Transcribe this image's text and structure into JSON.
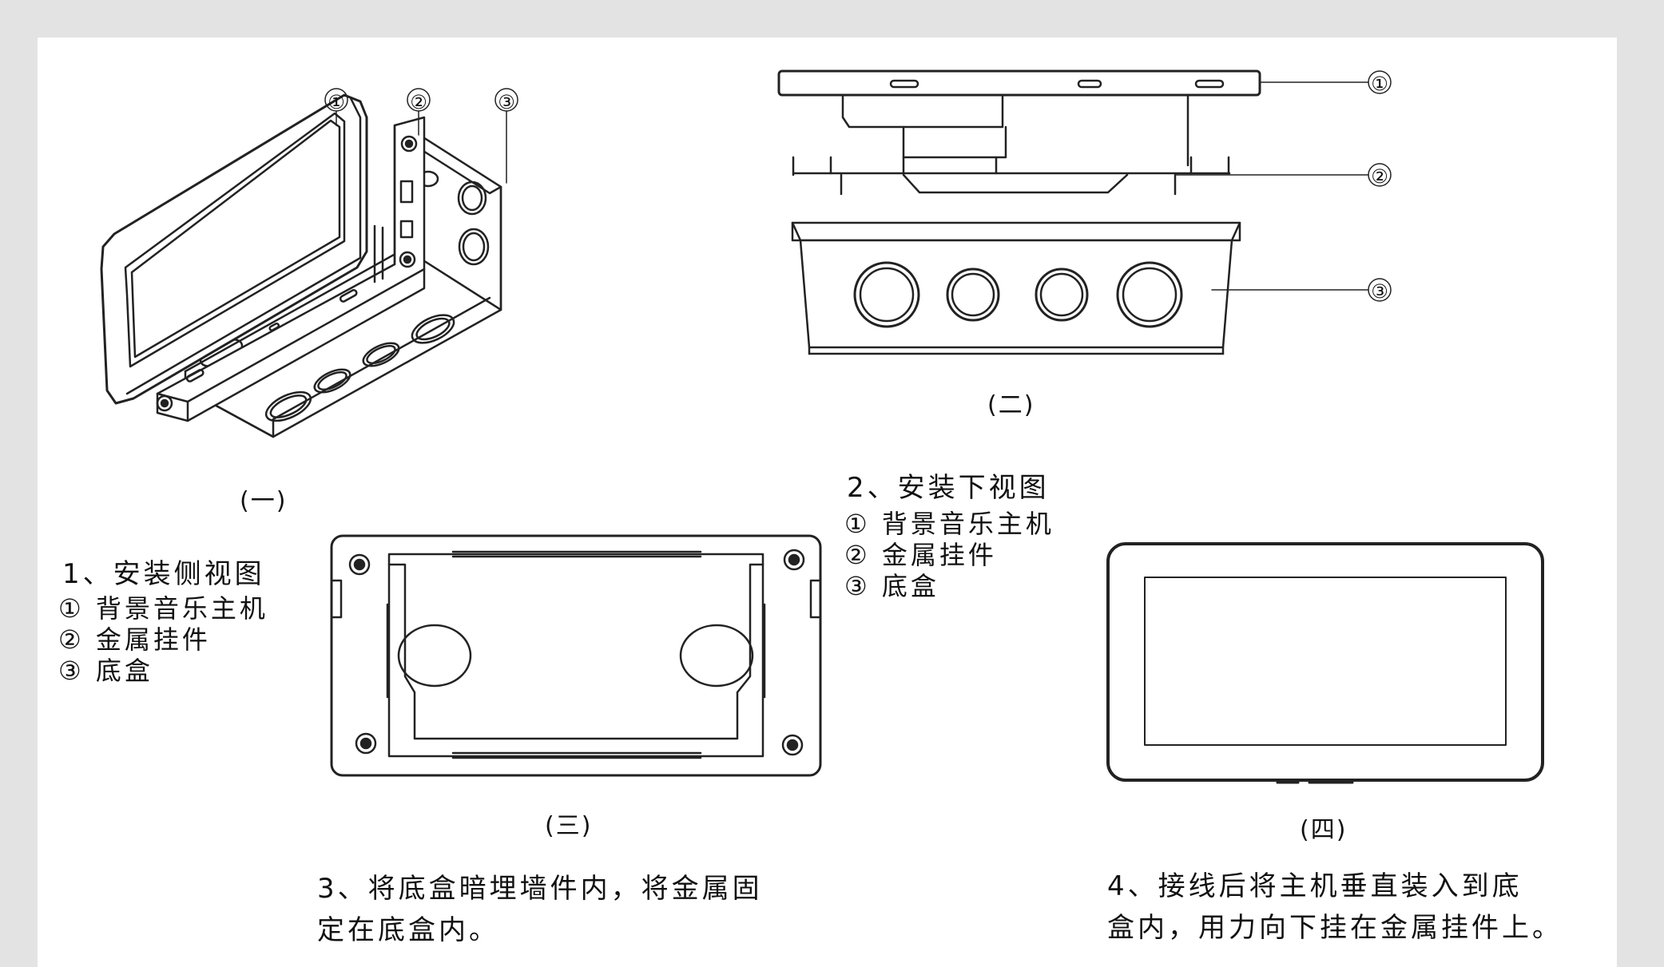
{
  "figures": [
    {
      "id": "fig1",
      "caption": "(一)"
    },
    {
      "id": "fig2",
      "caption": "(二)"
    },
    {
      "id": "fig3",
      "caption": "(三)"
    },
    {
      "id": "fig4",
      "caption": "(四)"
    }
  ],
  "callouts": {
    "fig1": [
      "①",
      "②",
      "③"
    ],
    "fig2": [
      "①",
      "②",
      "③"
    ]
  },
  "step1": {
    "title": "1、安装侧视图",
    "items": [
      "① 背景音乐主机",
      "② 金属挂件",
      "③ 底盒"
    ]
  },
  "step2": {
    "title": "2、安装下视图",
    "items": [
      "① 背景音乐主机",
      "② 金属挂件",
      "③ 底盒"
    ]
  },
  "step3": {
    "lines": [
      "3、将底盒暗埋墙件内，将金属固",
      "定在底盒内。"
    ]
  },
  "step4": {
    "lines": [
      "4、接线后将主机垂直装入到底",
      "盒内，用力向下挂在金属挂件上。"
    ]
  },
  "colors": {
    "background": "#e3e3e3",
    "sheet": "#ffffff",
    "line": "#222222",
    "text": "#111111"
  }
}
